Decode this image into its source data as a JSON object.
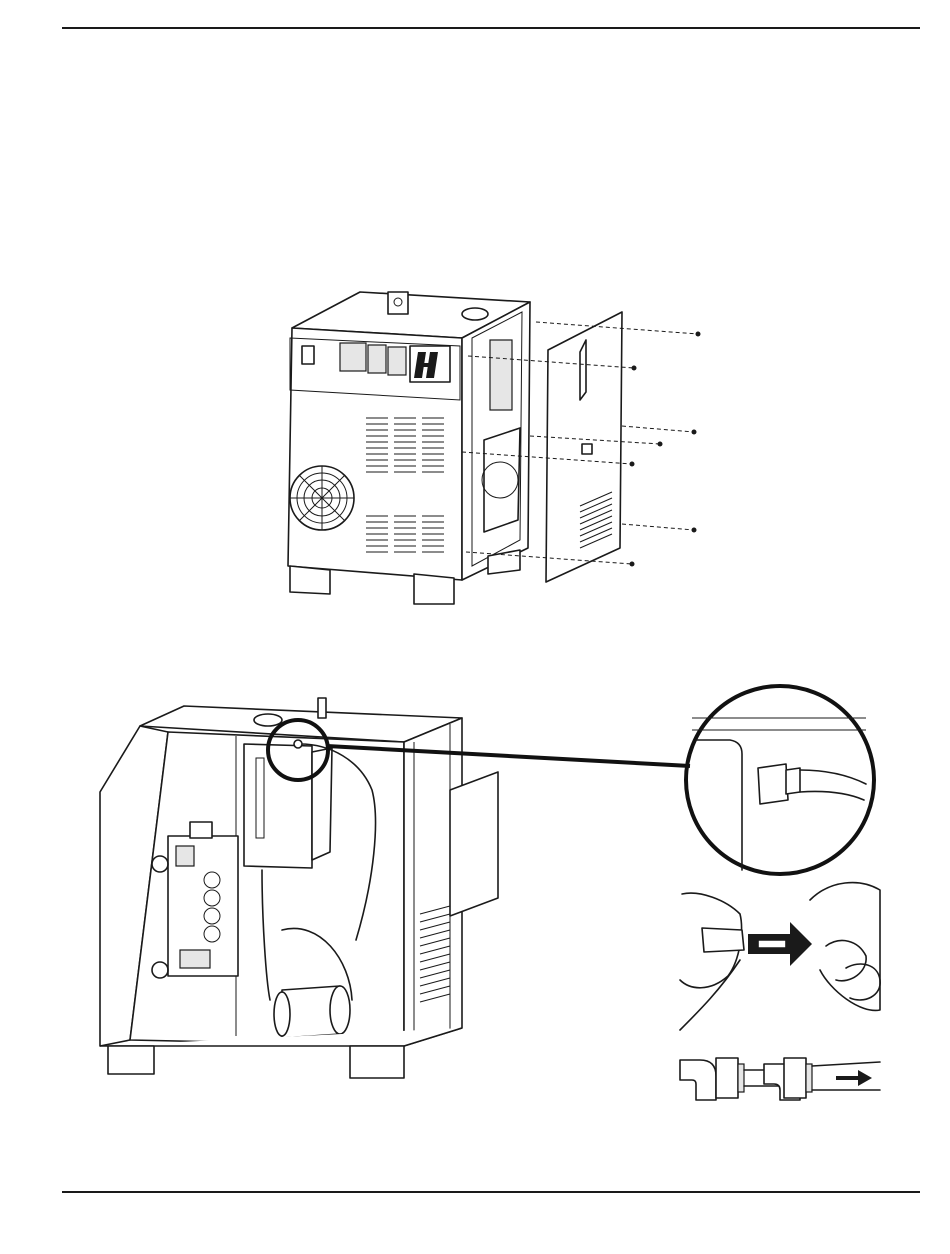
{
  "page": {
    "figures": [
      {
        "name": "side-panel-removal-figure"
      },
      {
        "name": "hose-disconnect-figure"
      }
    ]
  },
  "icons": {
    "fan": "fan-grille-icon",
    "logo": "manufacturer-logo",
    "arrow": "push-arrow-icon"
  },
  "colors": {
    "ink": "#1a1a1a",
    "paper": "#ffffff"
  }
}
